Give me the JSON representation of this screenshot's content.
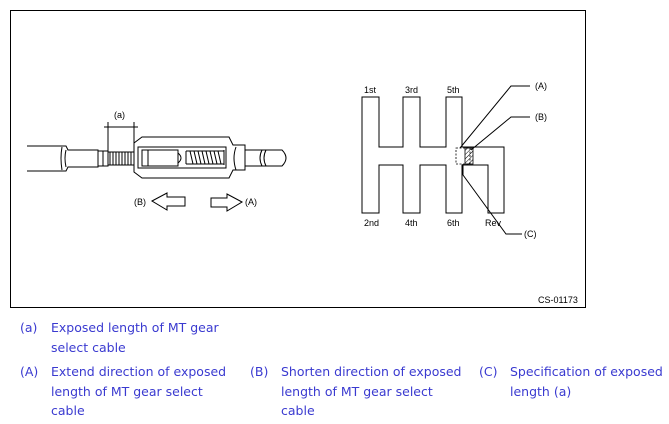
{
  "figure": {
    "code": "CS-01173",
    "callouts": {
      "dimension_a": "(a)",
      "dir_b": "(B)",
      "dir_a": "(A)",
      "shift_a": "(A)",
      "shift_b": "(B)",
      "shift_c": "(C)"
    },
    "gears": {
      "first": "1st",
      "third": "3rd",
      "fifth": "5th",
      "second": "2nd",
      "fourth": "4th",
      "sixth": "6th",
      "reverse": "Rev"
    }
  },
  "legend": [
    {
      "key": "(a)",
      "lines": [
        "Exposed length of MT gear",
        "select cable"
      ]
    },
    {
      "key": "(A)",
      "lines": [
        "Extend direction of exposed",
        "length of MT gear select",
        "cable"
      ]
    },
    {
      "key": "(B)",
      "lines": [
        "Shorten direction of exposed",
        "length of MT gear select",
        "cable"
      ]
    },
    {
      "key": "(C)",
      "lines": [
        "Specification of exposed",
        "length (a)"
      ]
    }
  ],
  "colors": {
    "legend_text": "#3a3ad0",
    "line": "#000000"
  }
}
